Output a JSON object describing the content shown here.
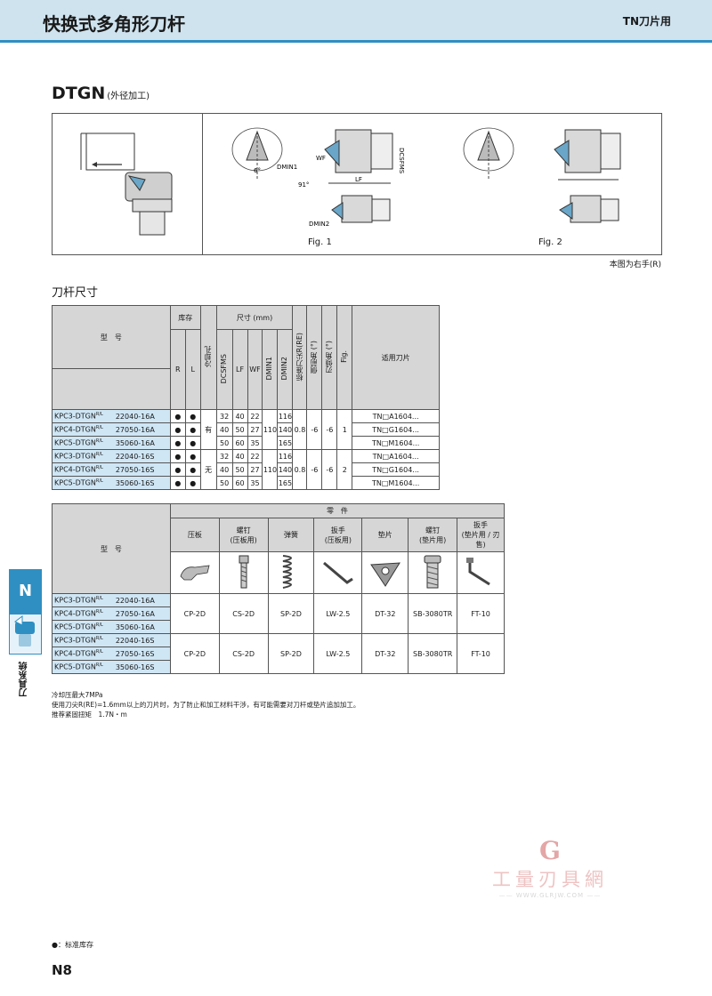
{
  "header": {
    "title": "快换式多角形刀杆",
    "right": "TN刀片用"
  },
  "model": {
    "title": "DTGN",
    "subtitle": "(外径加工)"
  },
  "figures": {
    "fig1": "Fig. 1",
    "fig2": "Fig. 2",
    "labels": {
      "dcsfms": "DCSFMS",
      "wf": "WF",
      "lf": "LF",
      "dmin1": "DMIN1",
      "dmin2": "DMIN2",
      "angle6": "6°",
      "angle91": "91°"
    }
  },
  "right_hand_note": "本图为右手(R)",
  "section_title": "刀杆尺寸",
  "table1": {
    "headers": {
      "model": "型　号",
      "stock": "库存",
      "coolant": "冷却孔",
      "dims": "尺寸 (mm)",
      "re": "标准刀尖R(RE)",
      "side_angle": "侧前角 (°)",
      "rake_angle": "刃倾角 (°)",
      "fig": "Fig.",
      "insert": "适用刀片",
      "r": "R",
      "l": "L",
      "dcsfms": "DCSFMS",
      "lf": "LF",
      "wf": "WF",
      "dmin1": "DMIN1",
      "dmin2": "DMIN2"
    },
    "rows": [
      {
        "model": "KPC3-DTGN",
        "sup": "R/L",
        "size": "22040-16A",
        "r": "●",
        "l": "●",
        "dcsfms": "32",
        "lf": "40",
        "wf": "22",
        "dmin2": "116",
        "insert": "TN□A1604..."
      },
      {
        "model": "KPC4-DTGN",
        "sup": "R/L",
        "size": "27050-16A",
        "r": "●",
        "l": "●",
        "dcsfms": "40",
        "lf": "50",
        "wf": "27",
        "dmin2": "140",
        "insert": "TN□G1604..."
      },
      {
        "model": "KPC5-DTGN",
        "sup": "R/L",
        "size": "35060-16A",
        "r": "●",
        "l": "●",
        "dcsfms": "50",
        "lf": "60",
        "wf": "35",
        "dmin2": "165",
        "insert": "TN□M1604..."
      },
      {
        "model": "KPC3-DTGN",
        "sup": "R/L",
        "size": "22040-16S",
        "r": "●",
        "l": "●",
        "dcsfms": "32",
        "lf": "40",
        "wf": "22",
        "dmin2": "116",
        "insert": "TN□A1604..."
      },
      {
        "model": "KPC4-DTGN",
        "sup": "R/L",
        "size": "27050-16S",
        "r": "●",
        "l": "●",
        "dcsfms": "40",
        "lf": "50",
        "wf": "27",
        "dmin2": "140",
        "insert": "TN□G1604..."
      },
      {
        "model": "KPC5-DTGN",
        "sup": "R/L",
        "size": "35060-16S",
        "r": "●",
        "l": "●",
        "dcsfms": "50",
        "lf": "60",
        "wf": "35",
        "dmin2": "165",
        "insert": "TN□M1604..."
      }
    ],
    "group_a": {
      "coolant": "有",
      "dmin1": "110",
      "re": "0.8",
      "side_angle": "-6",
      "rake_angle": "-6",
      "fig": "1"
    },
    "group_s": {
      "coolant": "无",
      "dmin1": "110",
      "re": "0.8",
      "side_angle": "-6",
      "rake_angle": "-6",
      "fig": "2"
    }
  },
  "table2": {
    "headers": {
      "model": "型　号",
      "parts": "零　件",
      "clamp": "压板",
      "screw": "螺钉",
      "screw_sub": "(压板用)",
      "spring": "弹簧",
      "wrench": "扳手",
      "wrench_sub": "(压板用)",
      "shim": "垫片",
      "shim_screw": "螺钉",
      "shim_screw_sub": "(垫片用)",
      "key": "扳手",
      "key_sub": "(垫片用 / 刃售)"
    },
    "icons": [
      "clamp-icon",
      "screw-icon",
      "spring-icon",
      "hex-wrench-icon",
      "shim-icon",
      "shim-screw-icon",
      "key-icon"
    ],
    "models_a": [
      "22040-16A",
      "27050-16A",
      "35060-16A"
    ],
    "models_s": [
      "22040-16S",
      "27050-16S",
      "35060-16S"
    ],
    "prefixes": [
      "KPC3-DTGN",
      "KPC4-DTGN",
      "KPC5-DTGN"
    ],
    "sup": "R/L",
    "parts_a": {
      "clamp": "CP-2D",
      "screw": "CS-2D",
      "spring": "SP-2D",
      "wrench": "LW-2.5",
      "shim": "DT-32",
      "shim_screw": "SB-3080TR",
      "key": "FT-10"
    },
    "parts_s": {
      "clamp": "CP-2D",
      "screw": "CS-2D",
      "spring": "SP-2D",
      "wrench": "LW-2.5",
      "shim": "DT-32",
      "shim_screw": "SB-3080TR",
      "key": "FT-10"
    }
  },
  "notes": [
    "冷却压最大7MPa",
    "使用刀尖R(RE)=1.6mm以上的刀片时，为了防止和加工材料干涉，有可能需要对刀杆或垫片追加加工。",
    "推荐紧固扭矩　1.7N・m"
  ],
  "side_tab": {
    "letter": "N",
    "text": "刀具系统"
  },
  "watermark": {
    "logo": "G",
    "name": "工量刃具網",
    "url": "—— WWW.GLRJW.COM ——"
  },
  "legend": "●：标准库存",
  "page_number": "N8",
  "colors": {
    "accent": "#2f8fc2",
    "header_bg": "#cfe3ef",
    "model_cell": "#cfe6f5",
    "table_head": "#d6d6d6"
  }
}
